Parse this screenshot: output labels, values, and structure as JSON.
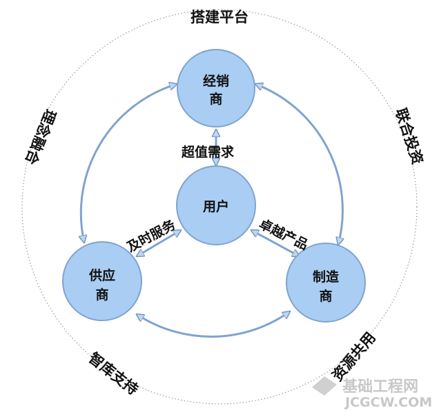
{
  "ring_labels": {
    "top": "搭建平台",
    "right": "联合投资",
    "bottom_right": "资源共用",
    "bottom_left": "智库支持",
    "left": "理念融合"
  },
  "nodes": {
    "dealer": [
      "经销",
      "商"
    ],
    "user": [
      "用户"
    ],
    "supplier": [
      "供应",
      "商"
    ],
    "manufacturer": [
      "制造",
      "商"
    ]
  },
  "relations": {
    "dealer_user": "超值需求",
    "supplier_user": "及时服务",
    "manufacturer_user": "卓越产品"
  },
  "watermark": {
    "cn": "基础工程网",
    "en": "JCGCW.COM"
  },
  "colors": {
    "node_fill": "#a9cdf3",
    "node_stroke": "#7fa3cf",
    "arrow_fill": "#bcd6f2"
  }
}
